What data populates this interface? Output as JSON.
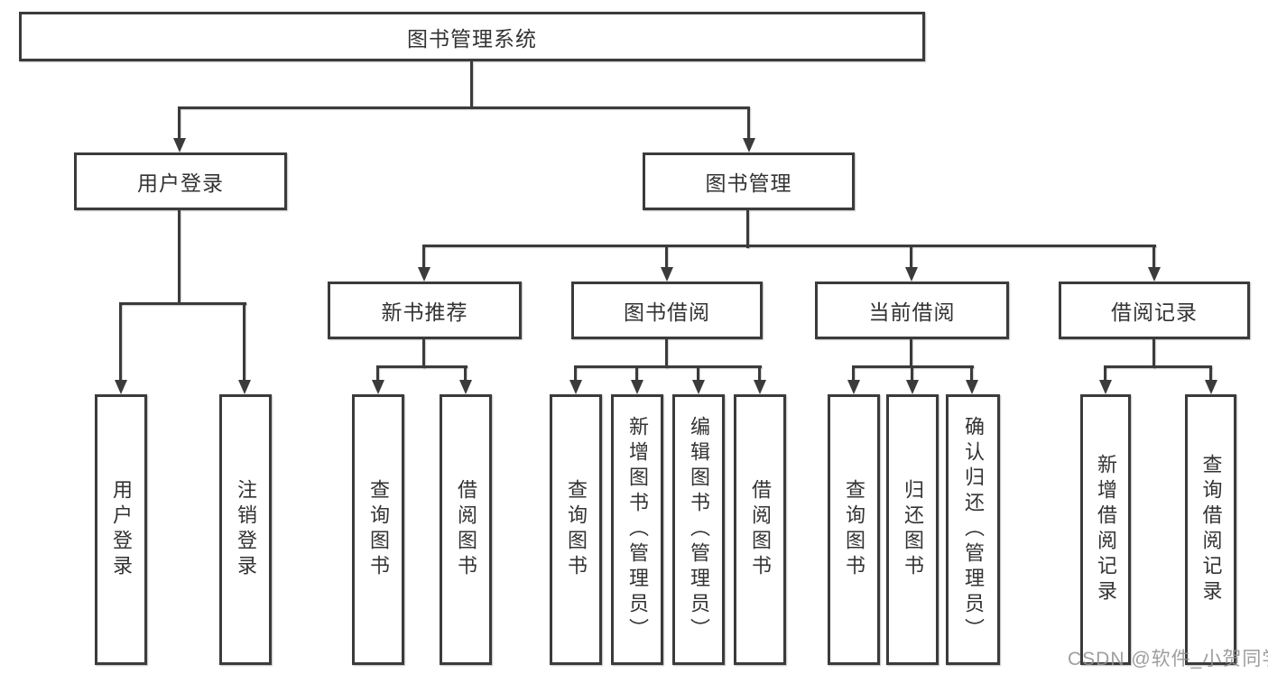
{
  "colors": {
    "line": "#3b3b3b",
    "box_border": "#3b3b3b",
    "text": "#333333",
    "background": "#ffffff",
    "watermark": "#919191"
  },
  "diagram_type": "hierarchy-tree",
  "tree": {
    "root": "图书管理系统",
    "children": [
      {
        "label": "用户登录",
        "children": [
          "用户登录",
          "注销登录"
        ]
      },
      {
        "label": "图书管理",
        "children": [
          {
            "label": "新书推荐",
            "children": [
              "查询图书",
              "借阅图书"
            ]
          },
          {
            "label": "图书借阅",
            "children": [
              "查询图书",
              "新增图书（管理员）",
              "编辑图书（管理员）",
              "借阅图书"
            ]
          },
          {
            "label": "当前借阅",
            "children": [
              "查询图书",
              "归还图书",
              "确认归还（管理员）"
            ]
          },
          {
            "label": "借阅记录",
            "children": [
              "新增借阅记录",
              "查询借阅记录"
            ]
          }
        ]
      }
    ]
  },
  "watermark": {
    "text": "CSDN @软件_小贺同学"
  }
}
